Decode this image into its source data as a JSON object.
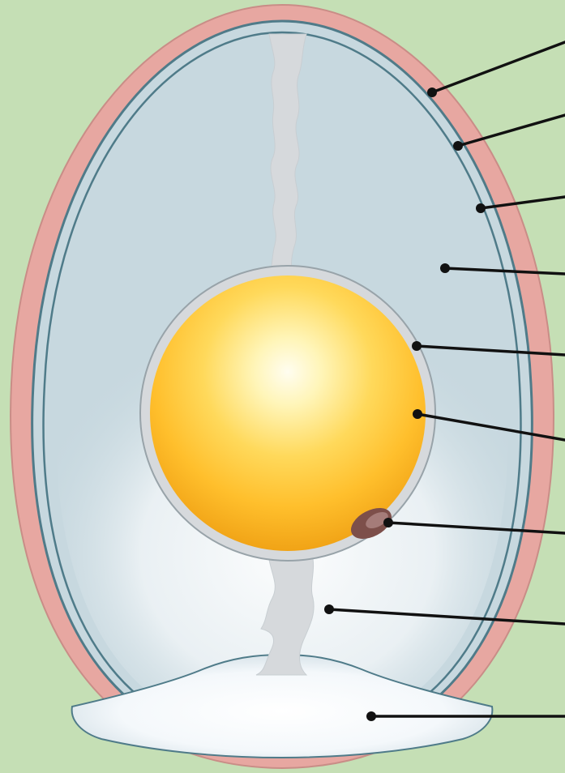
{
  "diagram": {
    "subject": "egg-cross-section",
    "labels": [],
    "colors": {
      "background": "#c5dfb5",
      "shell": "#e7a7a1",
      "shell_edge": "#c98d87",
      "membrane_line": "#4f7b89",
      "albumen": "#c7d8df",
      "chalaza": "#d6d9dc",
      "yolk_outer": "#f0a010",
      "yolk_inner": "#fff7cc",
      "air_cell": "#ffffff",
      "leader_line": "#111111",
      "germinal_disc": "#7d4f4a"
    },
    "pointers": [
      {
        "part": "shell"
      },
      {
        "part": "outer-shell-membrane"
      },
      {
        "part": "inner-shell-membrane"
      },
      {
        "part": "albumen"
      },
      {
        "part": "vitelline-membrane"
      },
      {
        "part": "yolk"
      },
      {
        "part": "germinal-disc"
      },
      {
        "part": "chalaza"
      },
      {
        "part": "air-cell"
      }
    ]
  }
}
